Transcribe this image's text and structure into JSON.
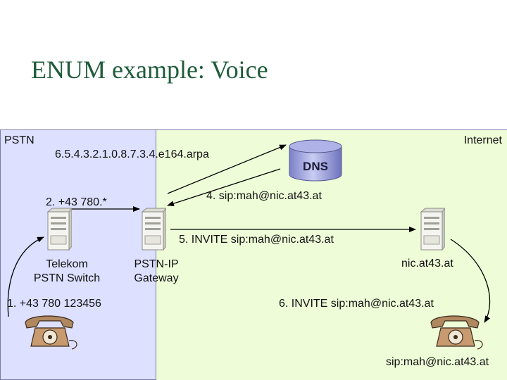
{
  "title": "ENUM example: Voice",
  "regions": {
    "pstn_label": "PSTN",
    "internet_label": "Internet"
  },
  "dns": {
    "label": "DNS"
  },
  "labels": {
    "enum_domain": "6.5.4.3.2.1.0.8.7.3.4.e164.arpa",
    "step1": "1.  +43 780 123456",
    "step2": "2. +43 780.*",
    "step4": "4. sip:mah@nic.at43.at",
    "step5": "5. INVITE sip:mah@nic.at43.at",
    "step6": "6. INVITE sip:mah@nic.at43.at",
    "telekom_line1": "Telekom",
    "telekom_line2": "PSTN Switch",
    "gateway_line1": "PSTN-IP",
    "gateway_line2": "Gateway",
    "nic": "nic.at43.at",
    "sip_address": "sip:mah@nic.at43.at"
  }
}
